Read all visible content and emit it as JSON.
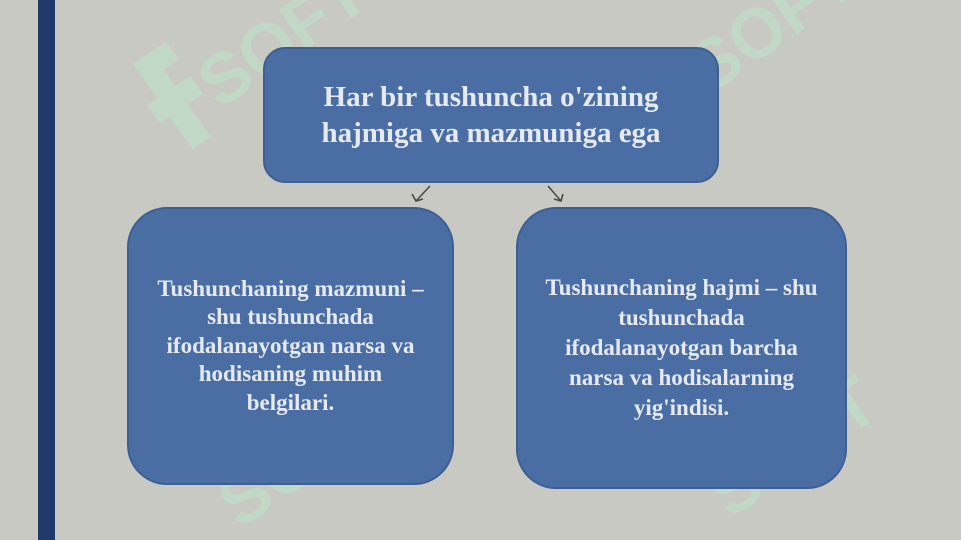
{
  "diagram": {
    "root": {
      "text": "Har bir tushuncha o'zining hajmiga va mazmuniga ega"
    },
    "children": [
      {
        "text": "Tushunchaning mazmuni – shu tushunchada ifodalanayotgan narsa va hodisaning muhim belgilari."
      },
      {
        "text": "Tushunchaning hajmi – shu tushunchada ifodalanayotgan barcha narsa va hodisalarning yig'indisi."
      }
    ]
  },
  "colors": {
    "background": "#c9c9c4",
    "accent_bar": "#1f3a6b",
    "box_fill": "#4a6ea3",
    "box_text": "#e6eaf0",
    "watermark": "#b7e2c4"
  },
  "watermark": {
    "text": "SOFT"
  }
}
